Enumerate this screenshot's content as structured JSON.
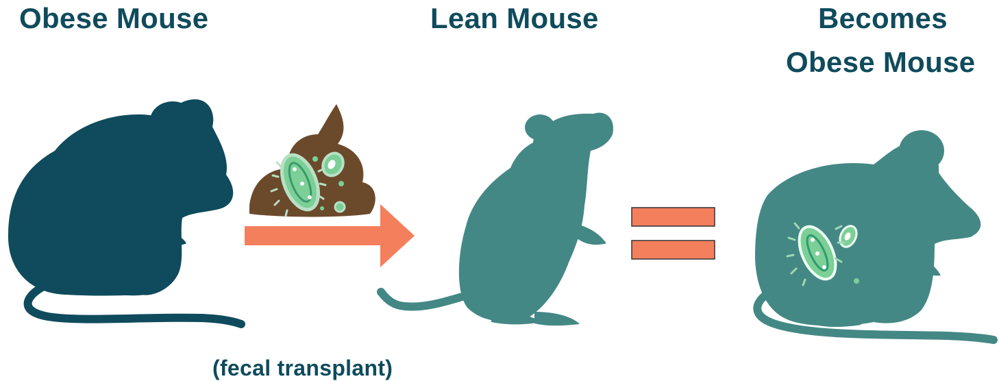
{
  "labels": {
    "left_title": "Obese Mouse",
    "middle_title": "Lean Mouse",
    "right_title_line1": "Becomes",
    "right_title_line2": "Obese Mouse",
    "caption": "(fecal transplant)"
  },
  "colors": {
    "obese_mouse": "#0f4b5c",
    "lean_mouse": "#448885",
    "final_mouse": "#448885",
    "arrow": "#f47f5d",
    "equals": "#f47f5d",
    "poop": "#6b4a2b",
    "bacteria_fill": "#7ccf96",
    "bacteria_outline": "#b8e0c6",
    "text": "#0f4b5c"
  },
  "icons": {
    "obese_mouse": "obese-mouse-silhouette-icon",
    "lean_mouse": "lean-mouse-silhouette-icon",
    "final_mouse": "obese-mouse-silhouette-icon",
    "transfer_arrow": "arrow-right-icon",
    "fecal_material": "poop-icon",
    "bacteria": "bacteria-icon",
    "equals": "equals-icon"
  }
}
